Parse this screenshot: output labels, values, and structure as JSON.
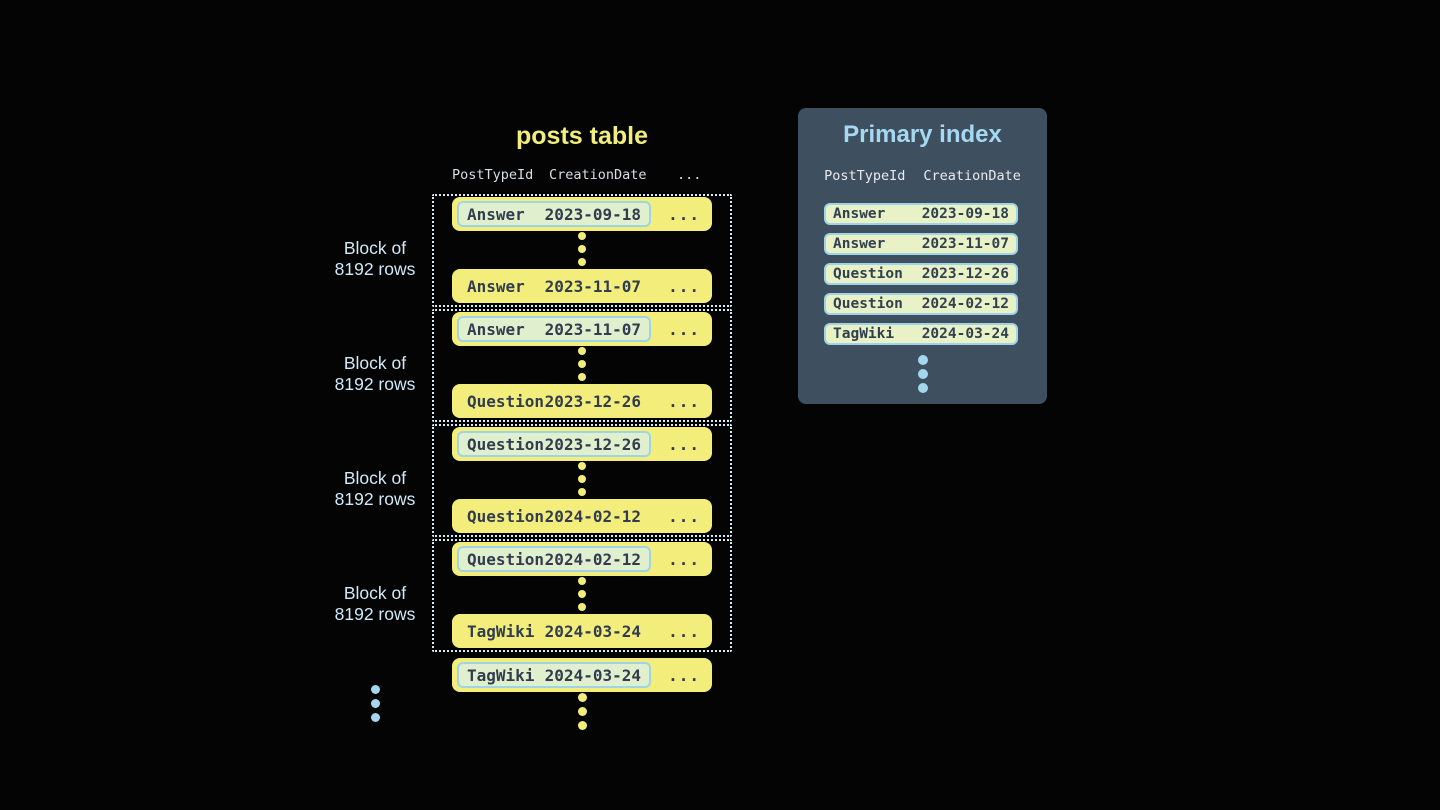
{
  "colors": {
    "background": "#040404",
    "accent_yellow": "#f3ee7c",
    "title_yellow": "#f1ee7b",
    "row_text_dark": "#323c50",
    "highlight_fill": "#e0f0cf",
    "highlight_border": "#9ed4e6",
    "header_text": "#d9dee3",
    "block_border_dotted": "#d6ecf5",
    "block_label_blue": "#cfeaf8",
    "panel_background": "#3e505f",
    "panel_title_blue": "#a6d8f1",
    "index_row_fill": "#e9f1c6",
    "dots_blue": "#a3d7ee"
  },
  "posts_table": {
    "title": "posts table",
    "headers": {
      "col1": "PostTypeId",
      "col2": "CreationDate",
      "col3": "..."
    },
    "block_label": {
      "line1": "Block of",
      "line2": "8192 rows"
    },
    "ellipsis": "...",
    "blocks": [
      {
        "first_row": {
          "post_type": "Answer",
          "creation_date": "2023-09-18"
        },
        "last_row": {
          "post_type": "Answer",
          "creation_date": "2023-11-07"
        }
      },
      {
        "first_row": {
          "post_type": "Answer",
          "creation_date": "2023-11-07"
        },
        "last_row": {
          "post_type": "Question",
          "creation_date": "2023-12-26"
        }
      },
      {
        "first_row": {
          "post_type": "Question",
          "creation_date": "2023-12-26"
        },
        "last_row": {
          "post_type": "Question",
          "creation_date": "2024-02-12"
        }
      },
      {
        "first_row": {
          "post_type": "Question",
          "creation_date": "2024-02-12"
        },
        "last_row": {
          "post_type": "TagWiki",
          "creation_date": "2024-03-24"
        }
      }
    ],
    "overflow_row": {
      "post_type": "TagWiki",
      "creation_date": "2024-03-24"
    }
  },
  "primary_index": {
    "title": "Primary index",
    "headers": {
      "col1": "PostTypeId",
      "col2": "CreationDate"
    },
    "rows": [
      {
        "post_type": "Answer",
        "creation_date": "2023-09-18"
      },
      {
        "post_type": "Answer",
        "creation_date": "2023-11-07"
      },
      {
        "post_type": "Question",
        "creation_date": "2023-12-26"
      },
      {
        "post_type": "Question",
        "creation_date": "2024-02-12"
      },
      {
        "post_type": "TagWiki",
        "creation_date": "2024-03-24"
      }
    ]
  }
}
